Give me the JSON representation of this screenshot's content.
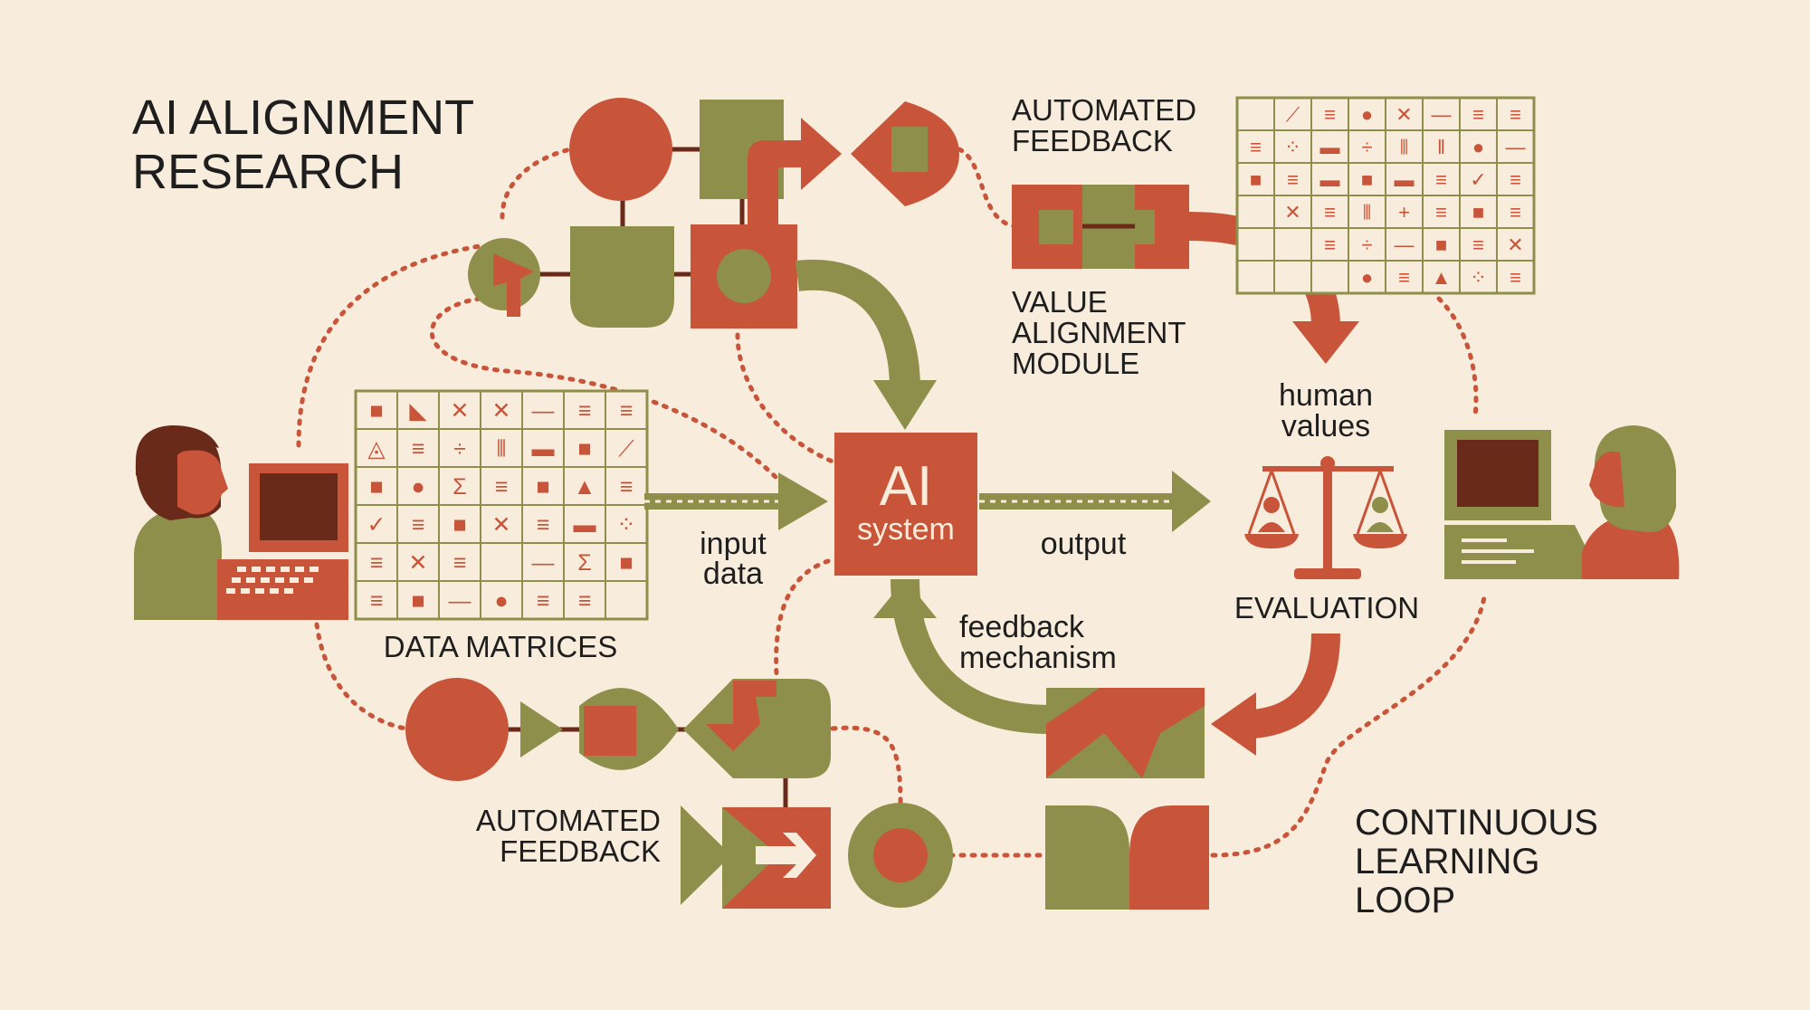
{
  "title": {
    "line1": "AI ALIGNMENT",
    "line2": "RESEARCH"
  },
  "ai_box": {
    "line1": "AI",
    "line2": "system"
  },
  "labels": {
    "automated_feedback_top_1": "AUTOMATED",
    "automated_feedback_top_2": "FEEDBACK",
    "value_alignment_1": "VALUE",
    "value_alignment_2": "ALIGNMENT",
    "value_alignment_3": "MODULE",
    "human_values_1": "human",
    "human_values_2": "values",
    "input_data_1": "input",
    "input_data_2": "data",
    "output": "output",
    "data_matrices": "DATA MATRICES",
    "evaluation": "EVALUATION",
    "feedback_mechanism_1": "feedback",
    "feedback_mechanism_2": "mechanism",
    "automated_feedback_bottom_1": "AUTOMATED",
    "automated_feedback_bottom_2": "FEEDBACK",
    "loop_1": "CONTINUOUS",
    "loop_2": "LEARNING",
    "loop_3": "LOOP"
  },
  "matrix_left": [
    [
      "■",
      "◣",
      "✕",
      "✕",
      "—",
      "≡",
      "≡"
    ],
    [
      "◬",
      "≡",
      "÷",
      "⦀",
      "▬",
      "■",
      "⟋"
    ],
    [
      "■",
      "●",
      "Σ",
      "≡",
      "■",
      "▲",
      "≡"
    ],
    [
      "✓",
      "≡",
      "■",
      "✕",
      "≡",
      "▬",
      "⁘"
    ],
    [
      "≡",
      "✕",
      "≡",
      "",
      "—",
      "Σ",
      "■"
    ],
    [
      "≡",
      "■",
      "—",
      "●",
      "≡",
      "≡",
      ""
    ]
  ],
  "matrix_right": [
    [
      "",
      "⟋",
      "≡",
      "●",
      "✕",
      "—",
      "≡",
      "≡"
    ],
    [
      "≡",
      "⁘",
      "▬",
      "÷",
      "⦀",
      "‖",
      "●",
      "—"
    ],
    [
      "■",
      "≡",
      "▬",
      "■",
      "▬",
      "≡",
      "✓",
      "≡"
    ],
    [
      "",
      "✕",
      "≡",
      "⦀",
      "+",
      "≡",
      "■",
      "≡"
    ],
    [
      "",
      "",
      "≡",
      "÷",
      "—",
      "■",
      "≡",
      "✕"
    ],
    [
      "",
      "",
      "",
      "●",
      "≡",
      "▲",
      "⁘",
      "≡"
    ]
  ],
  "colors": {
    "background": "#f8ecdc",
    "red": "#c8553a",
    "olive": "#8d8f4a",
    "dark_brown": "#6a2a1a",
    "ink": "#1e1e1e"
  },
  "icons": [
    "person-left-icon",
    "laptop-icon",
    "scale-icon",
    "person-right-icon",
    "monitor-icon"
  ]
}
